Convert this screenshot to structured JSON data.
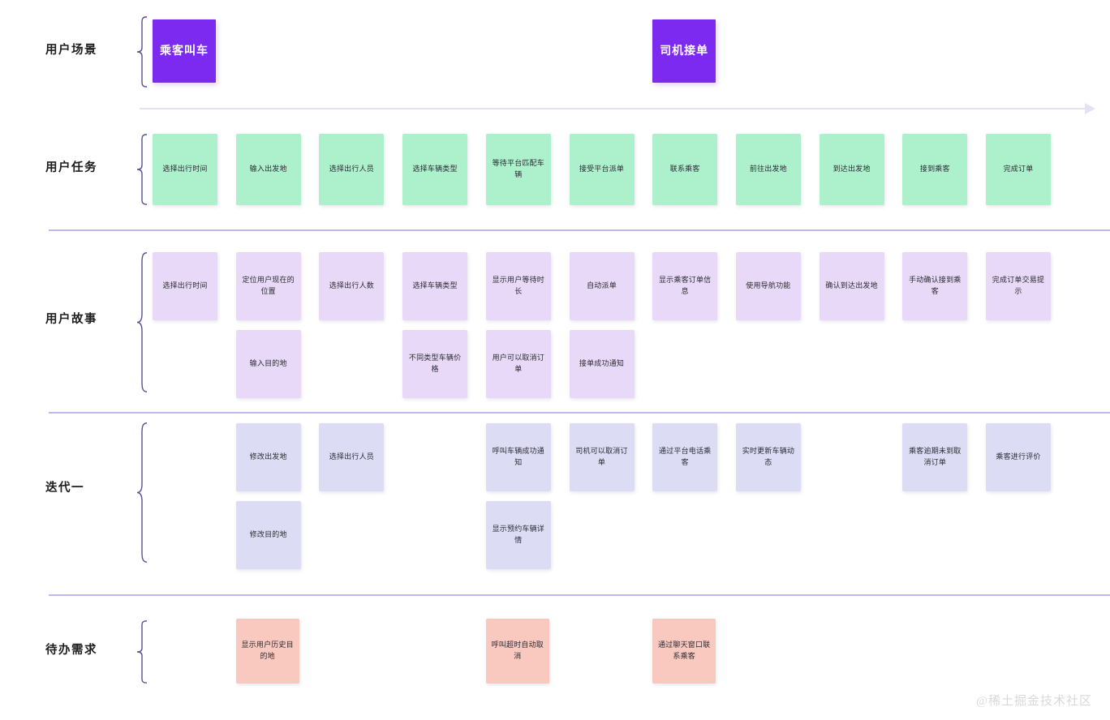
{
  "meta": {
    "watermark": "@稀土掘金技术社区",
    "colors": {
      "scene": "#7C2AF0",
      "task": "#ACF0CC",
      "story": "#E7D9F7",
      "iteration": "#DCDCF5",
      "backlog": "#F9C8BE",
      "separator": "#C7B6EE",
      "flow_arrow": "#E4E2F6",
      "brace": "#5B4F93"
    }
  },
  "rows": [
    {
      "key": "scene",
      "label": "用户场景"
    },
    {
      "key": "task",
      "label": "用户任务"
    },
    {
      "key": "story",
      "label": "用户故事"
    },
    {
      "key": "iteration",
      "label": "迭代一"
    },
    {
      "key": "backlog",
      "label": "待办需求"
    }
  ],
  "scene": {
    "label": "用户场景",
    "cards": [
      {
        "text": "乘客叫车",
        "col": 0
      },
      {
        "text": "司机接单",
        "col": 6
      }
    ]
  },
  "task": {
    "label": "用户任务",
    "cards": [
      {
        "text": "选择出行时间",
        "col": 0
      },
      {
        "text": "输入出发地",
        "col": 1
      },
      {
        "text": "选择出行人员",
        "col": 2
      },
      {
        "text": "选择车辆类型",
        "col": 3
      },
      {
        "text": "等待平台匹配车辆",
        "col": 4
      },
      {
        "text": "接受平台派单",
        "col": 5
      },
      {
        "text": "联系乘客",
        "col": 6
      },
      {
        "text": "前往出发地",
        "col": 7
      },
      {
        "text": "到达出发地",
        "col": 8
      },
      {
        "text": "接到乘客",
        "col": 9
      },
      {
        "text": "完成订单",
        "col": 10
      }
    ]
  },
  "story": {
    "label": "用户故事",
    "cards": [
      {
        "text": "选择出行时间",
        "col": 0,
        "sub": 0
      },
      {
        "text": "定位用户现在的位置",
        "col": 1,
        "sub": 0
      },
      {
        "text": "输入目的地",
        "col": 1,
        "sub": 1
      },
      {
        "text": "选择出行人数",
        "col": 2,
        "sub": 0
      },
      {
        "text": "选择车辆类型",
        "col": 3,
        "sub": 0
      },
      {
        "text": "不同类型车辆价格",
        "col": 3,
        "sub": 1
      },
      {
        "text": "显示用户等待时长",
        "col": 4,
        "sub": 0
      },
      {
        "text": "用户可以取消订单",
        "col": 4,
        "sub": 1
      },
      {
        "text": "自动派单",
        "col": 5,
        "sub": 0
      },
      {
        "text": "接单成功通知",
        "col": 5,
        "sub": 1
      },
      {
        "text": "显示乘客订单信息",
        "col": 6,
        "sub": 0
      },
      {
        "text": "使用导航功能",
        "col": 7,
        "sub": 0
      },
      {
        "text": "确认到达出发地",
        "col": 8,
        "sub": 0
      },
      {
        "text": "手动确认接到乘客",
        "col": 9,
        "sub": 0
      },
      {
        "text": "完成订单交易提示",
        "col": 10,
        "sub": 0
      }
    ]
  },
  "iteration": {
    "label": "迭代一",
    "cards": [
      {
        "text": "修改出发地",
        "col": 1,
        "sub": 0
      },
      {
        "text": "修改目的地",
        "col": 1,
        "sub": 1
      },
      {
        "text": "选择出行人员",
        "col": 2,
        "sub": 0
      },
      {
        "text": "呼叫车辆成功通知",
        "col": 4,
        "sub": 0
      },
      {
        "text": "显示预约车辆详情",
        "col": 4,
        "sub": 1
      },
      {
        "text": "司机可以取消订单",
        "col": 5,
        "sub": 0
      },
      {
        "text": "通过平台电话乘客",
        "col": 6,
        "sub": 0
      },
      {
        "text": "实时更新车辆动态",
        "col": 7,
        "sub": 0
      },
      {
        "text": "乘客逾期未到取消订单",
        "col": 9,
        "sub": 0
      },
      {
        "text": "乘客进行评价",
        "col": 10,
        "sub": 0
      }
    ]
  },
  "backlog": {
    "label": "待办需求",
    "cards": [
      {
        "text": "显示用户历史目的地",
        "col": 1
      },
      {
        "text": "呼叫超时自动取消",
        "col": 4
      },
      {
        "text": "通过聊天窗口联系乘客",
        "col": 6
      }
    ]
  }
}
